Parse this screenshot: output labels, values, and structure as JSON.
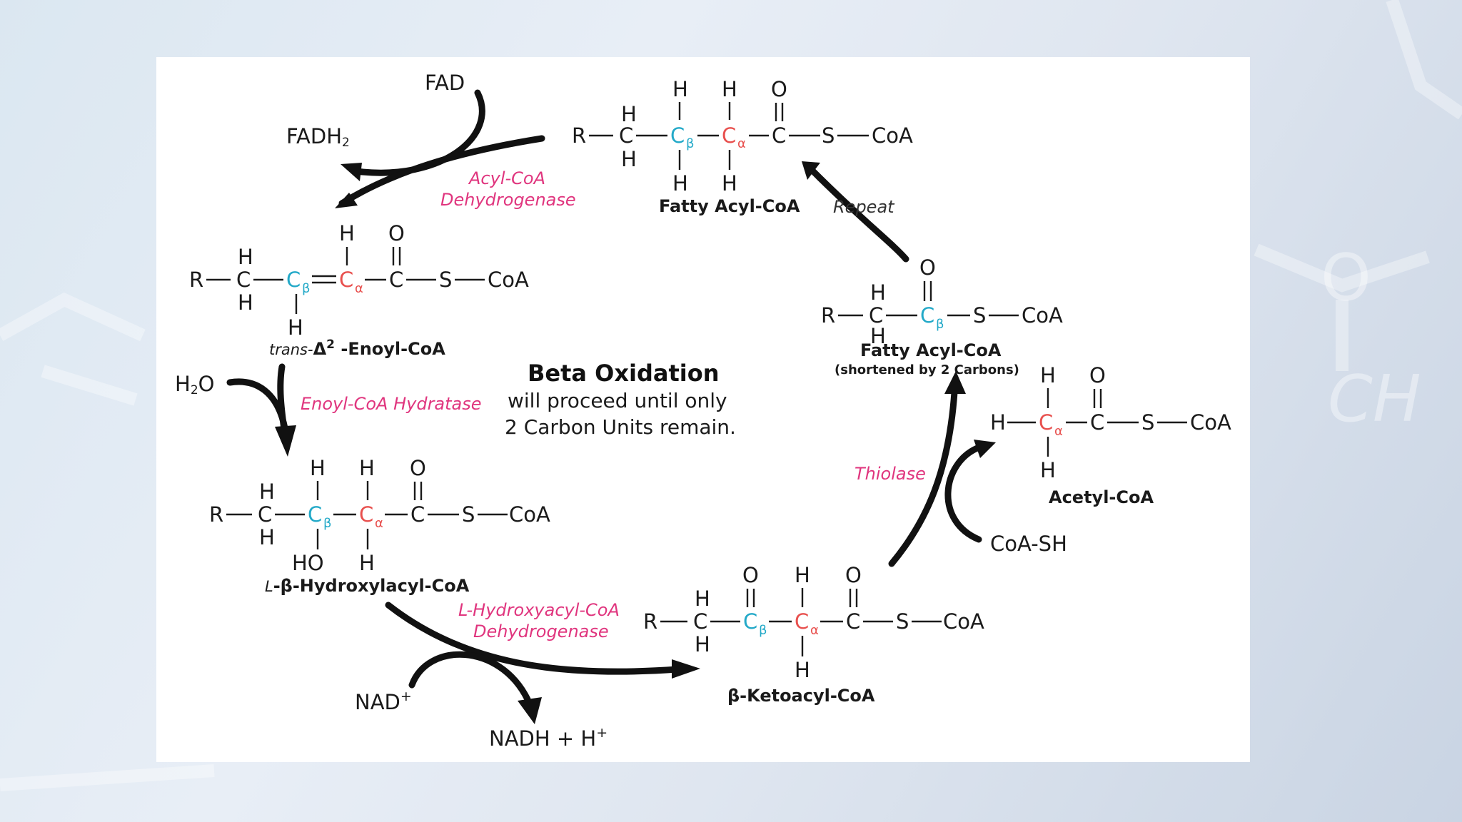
{
  "title": "Beta Oxidation",
  "subtitle_line1": "will proceed until only",
  "subtitle_line2": "2 Carbon Units remain.",
  "enzymes": {
    "acyl_coa_dh_1": "Acyl-CoA",
    "acyl_coa_dh_2": "Dehydrogenase",
    "hydratase": "Enoyl-CoA Hydratase",
    "hydroxyacyl_dh_1": "L-Hydroxyacyl-CoA",
    "hydroxyacyl_dh_2": "Dehydrogenase",
    "thiolase": "Thiolase",
    "repeat": "Repeat"
  },
  "cofactors": {
    "fad": "FAD",
    "fadh2": "FADH",
    "fadh2_sub": "2",
    "h2o_h": "H",
    "h2o_sub": "2",
    "h2o_o": "O",
    "nad": "NAD",
    "nad_sup": "+",
    "nadh": "NADH + H",
    "nadh_sup": "+",
    "coash": "CoA-SH"
  },
  "molecules": {
    "fatty_acyl_coa": "Fatty Acyl-CoA",
    "enoyl_prefix": "trans-",
    "enoyl_delta": "Δ",
    "enoyl_sup": "2",
    "enoyl_name": " -Enoyl-CoA",
    "hydroxy_prefix": "L",
    "hydroxy_name": "-β-Hydroxylacyl-CoA",
    "ketoacyl": "β-Ketoacyl-CoA",
    "shortened_name": "Fatty Acyl-CoA",
    "shortened_note": "(shortened by 2 Carbons)",
    "acetyl_coa": "Acetyl-CoA"
  },
  "atoms": {
    "R": "R",
    "C": "C",
    "H": "H",
    "O": "O",
    "S": "S",
    "CoA": "CoA",
    "HO": "HO",
    "beta": "β",
    "alpha": "α"
  },
  "colors": {
    "beta_carbon": "#23a9c8",
    "alpha_carbon": "#e8504e",
    "enzyme_text": "#e0357e",
    "arrow": "#111111"
  }
}
